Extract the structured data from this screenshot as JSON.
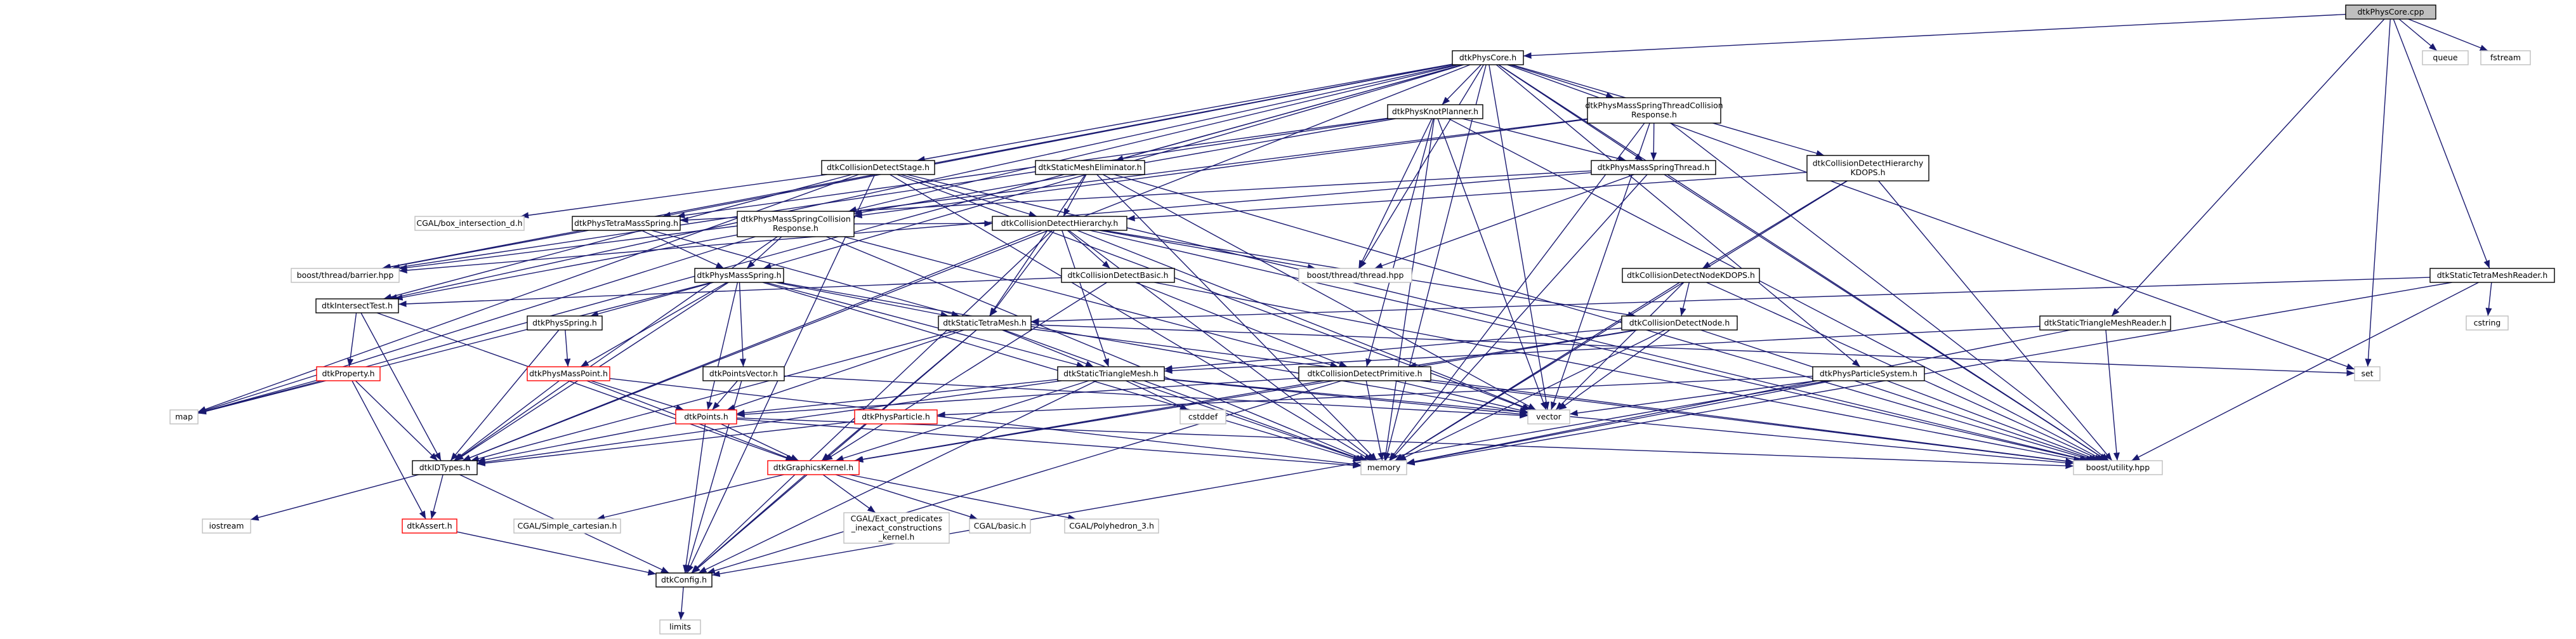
{
  "colors": {
    "edge": "#191970",
    "root_fill": "#bfbfbf",
    "root_border": "#000000",
    "internal_border": "#000000",
    "external_border": "#bfbfbf",
    "incomplete_border": "#ff0000",
    "node_fill": "#ffffff"
  },
  "nodes": [
    {
      "id": "root",
      "lines": [
        "dtkPhysCore.cpp"
      ],
      "kind": "root"
    },
    {
      "id": "physcore_h",
      "lines": [
        "dtkPhysCore.h"
      ],
      "kind": "internal"
    },
    {
      "id": "queue",
      "lines": [
        "queue"
      ],
      "kind": "external"
    },
    {
      "id": "fstream",
      "lines": [
        "fstream"
      ],
      "kind": "external"
    },
    {
      "id": "knotplanner",
      "lines": [
        "dtkPhysKnotPlanner.h"
      ],
      "kind": "internal"
    },
    {
      "id": "msthreadcoll",
      "lines": [
        "dtkPhysMassSpringThreadCollision",
        "Response.h"
      ],
      "kind": "internal"
    },
    {
      "id": "cdstage",
      "lines": [
        "dtkCollisionDetectStage.h"
      ],
      "kind": "internal"
    },
    {
      "id": "staticmeshelim",
      "lines": [
        "dtkStaticMeshEliminator.h"
      ],
      "kind": "internal"
    },
    {
      "id": "msthread",
      "lines": [
        "dtkPhysMassSpringThread.h"
      ],
      "kind": "internal"
    },
    {
      "id": "cdhkdops",
      "lines": [
        "dtkCollisionDetectHierarchy",
        "KDOPS.h"
      ],
      "kind": "internal"
    },
    {
      "id": "cgal_box",
      "lines": [
        "CGAL/box_intersection_d.h"
      ],
      "kind": "external"
    },
    {
      "id": "tetramassspring",
      "lines": [
        "dtkPhysTetraMassSpring.h"
      ],
      "kind": "internal"
    },
    {
      "id": "msspringcoll",
      "lines": [
        "dtkPhysMassSpringCollision",
        "Response.h"
      ],
      "kind": "internal"
    },
    {
      "id": "cdhierarchy",
      "lines": [
        "dtkCollisionDetectHierarchy.h"
      ],
      "kind": "internal"
    },
    {
      "id": "barrier",
      "lines": [
        "boost/thread/barrier.hpp"
      ],
      "kind": "external"
    },
    {
      "id": "thread",
      "lines": [
        "boost/thread/thread.hpp"
      ],
      "kind": "external"
    },
    {
      "id": "cdnodekdops",
      "lines": [
        "dtkCollisionDetectNodeKDOPS.h"
      ],
      "kind": "internal"
    },
    {
      "id": "statictetrareader",
      "lines": [
        "dtkStaticTetraMeshReader.h"
      ],
      "kind": "internal"
    },
    {
      "id": "massspring",
      "lines": [
        "dtkPhysMassSpring.h"
      ],
      "kind": "internal"
    },
    {
      "id": "cdbasic",
      "lines": [
        "dtkCollisionDetectBasic.h"
      ],
      "kind": "internal"
    },
    {
      "id": "intersecttest",
      "lines": [
        "dtkIntersectTest.h"
      ],
      "kind": "internal"
    },
    {
      "id": "statictetramesh",
      "lines": [
        "dtkStaticTetraMesh.h"
      ],
      "kind": "internal"
    },
    {
      "id": "cdnode",
      "lines": [
        "dtkCollisionDetectNode.h"
      ],
      "kind": "internal"
    },
    {
      "id": "statictrireader",
      "lines": [
        "dtkStaticTriangleMeshReader.h"
      ],
      "kind": "internal"
    },
    {
      "id": "cstring",
      "lines": [
        "cstring"
      ],
      "kind": "external"
    },
    {
      "id": "physspring",
      "lines": [
        "dtkPhysSpring.h"
      ],
      "kind": "internal"
    },
    {
      "id": "pointsvector",
      "lines": [
        "dtkPointsVector.h"
      ],
      "kind": "internal"
    },
    {
      "id": "statictrimesh",
      "lines": [
        "dtkStaticTriangleMesh.h"
      ],
      "kind": "internal"
    },
    {
      "id": "set",
      "lines": [
        "set"
      ],
      "kind": "external"
    },
    {
      "id": "property",
      "lines": [
        "dtkProperty.h"
      ],
      "kind": "incomplete"
    },
    {
      "id": "masspoint",
      "lines": [
        "dtkPhysMassPoint.h"
      ],
      "kind": "incomplete"
    },
    {
      "id": "cdprimitive",
      "lines": [
        "dtkCollisionDetectPrimitive.h"
      ],
      "kind": "internal"
    },
    {
      "id": "particlesystem",
      "lines": [
        "dtkPhysParticleSystem.h"
      ],
      "kind": "internal"
    },
    {
      "id": "map",
      "lines": [
        "map"
      ],
      "kind": "external"
    },
    {
      "id": "cstddef",
      "lines": [
        "cstddef"
      ],
      "kind": "external"
    },
    {
      "id": "vector",
      "lines": [
        "vector"
      ],
      "kind": "external"
    },
    {
      "id": "physparticle",
      "lines": [
        "dtkPhysParticle.h"
      ],
      "kind": "incomplete"
    },
    {
      "id": "points",
      "lines": [
        "dtkPoints.h"
      ],
      "kind": "incomplete"
    },
    {
      "id": "idtypes",
      "lines": [
        "dtkIDTypes.h"
      ],
      "kind": "internal"
    },
    {
      "id": "graphicskernel",
      "lines": [
        "dtkGraphicsKernel.h"
      ],
      "kind": "incomplete"
    },
    {
      "id": "memory",
      "lines": [
        "memory"
      ],
      "kind": "external"
    },
    {
      "id": "boostutility",
      "lines": [
        "boost/utility.hpp"
      ],
      "kind": "external"
    },
    {
      "id": "iostream",
      "lines": [
        "iostream"
      ],
      "kind": "external"
    },
    {
      "id": "assert",
      "lines": [
        "dtkAssert.h"
      ],
      "kind": "incomplete"
    },
    {
      "id": "cgal_simple",
      "lines": [
        "CGAL/Simple_cartesian.h"
      ],
      "kind": "external"
    },
    {
      "id": "cgal_exact",
      "lines": [
        "CGAL/Exact_predicates",
        "_inexact_constructions",
        "_kernel.h"
      ],
      "kind": "external"
    },
    {
      "id": "cgal_basic",
      "lines": [
        "CGAL/basic.h"
      ],
      "kind": "external"
    },
    {
      "id": "cgal_poly",
      "lines": [
        "CGAL/Polyhedron_3.h"
      ],
      "kind": "external"
    },
    {
      "id": "config",
      "lines": [
        "dtkConfig.h"
      ],
      "kind": "internal"
    },
    {
      "id": "limits",
      "lines": [
        "limits"
      ],
      "kind": "external"
    }
  ],
  "edges": [
    [
      "root",
      "physcore_h"
    ],
    [
      "root",
      "queue"
    ],
    [
      "root",
      "fstream"
    ],
    [
      "root",
      "statictetrareader"
    ],
    [
      "root",
      "statictrireader"
    ],
    [
      "root",
      "set"
    ],
    [
      "physcore_h",
      "knotplanner"
    ],
    [
      "physcore_h",
      "msthreadcoll"
    ],
    [
      "physcore_h",
      "cdstage"
    ],
    [
      "physcore_h",
      "staticmeshelim"
    ],
    [
      "physcore_h",
      "msthread"
    ],
    [
      "physcore_h",
      "cdhkdops"
    ],
    [
      "physcore_h",
      "tetramassspring"
    ],
    [
      "physcore_h",
      "msspringcoll"
    ],
    [
      "physcore_h",
      "barrier"
    ],
    [
      "physcore_h",
      "thread"
    ],
    [
      "physcore_h",
      "massspring"
    ],
    [
      "physcore_h",
      "intersecttest"
    ],
    [
      "physcore_h",
      "particlesystem"
    ],
    [
      "physcore_h",
      "map"
    ],
    [
      "physcore_h",
      "set"
    ],
    [
      "physcore_h",
      "vector"
    ],
    [
      "physcore_h",
      "memory"
    ],
    [
      "physcore_h",
      "boostutility"
    ],
    [
      "physcore_h",
      "idtypes"
    ],
    [
      "knotplanner",
      "msthread"
    ],
    [
      "knotplanner",
      "msspringcoll"
    ],
    [
      "knotplanner",
      "thread"
    ],
    [
      "knotplanner",
      "barrier"
    ],
    [
      "knotplanner",
      "cdprimitive"
    ],
    [
      "knotplanner",
      "vector"
    ],
    [
      "knotplanner",
      "memory"
    ],
    [
      "knotplanner",
      "boostutility"
    ],
    [
      "knotplanner",
      "tetramassspring"
    ],
    [
      "msthreadcoll",
      "msthread"
    ],
    [
      "msthreadcoll",
      "msspringcoll"
    ],
    [
      "msthreadcoll",
      "memory"
    ],
    [
      "msthreadcoll",
      "boostutility"
    ],
    [
      "msthreadcoll",
      "barrier"
    ],
    [
      "msthreadcoll",
      "vector"
    ],
    [
      "cdstage",
      "cdhierarchy"
    ],
    [
      "cdstage",
      "cgal_box"
    ],
    [
      "cdstage",
      "intersecttest"
    ],
    [
      "cdstage",
      "memory"
    ],
    [
      "cdstage",
      "boostutility"
    ],
    [
      "cdstage",
      "vector"
    ],
    [
      "cdstage",
      "map"
    ],
    [
      "cdstage",
      "config"
    ],
    [
      "staticmeshelim",
      "statictetramesh"
    ],
    [
      "staticmeshelim",
      "cdhierarchy"
    ],
    [
      "staticmeshelim",
      "memory"
    ],
    [
      "staticmeshelim",
      "vector"
    ],
    [
      "staticmeshelim",
      "boostutility"
    ],
    [
      "msthread",
      "tetramassspring"
    ],
    [
      "msthread",
      "thread"
    ],
    [
      "msthread",
      "memory"
    ],
    [
      "msthread",
      "boostutility"
    ],
    [
      "msthread",
      "barrier"
    ],
    [
      "cdhkdops",
      "cdhierarchy"
    ],
    [
      "cdhkdops",
      "cdnodekdops"
    ],
    [
      "cdhkdops",
      "memory"
    ],
    [
      "cdhkdops",
      "boostutility"
    ],
    [
      "tetramassspring",
      "massspring"
    ],
    [
      "tetramassspring",
      "statictetramesh"
    ],
    [
      "tetramassspring",
      "barrier"
    ],
    [
      "msspringcoll",
      "massspring"
    ],
    [
      "msspringcoll",
      "cdhierarchy"
    ],
    [
      "msspringcoll",
      "cdprimitive"
    ],
    [
      "msspringcoll",
      "memory"
    ],
    [
      "msspringcoll",
      "map"
    ],
    [
      "msspringcoll",
      "idtypes"
    ],
    [
      "msspringcoll",
      "intersecttest"
    ],
    [
      "cdhierarchy",
      "cdbasic"
    ],
    [
      "cdhierarchy",
      "statictetramesh"
    ],
    [
      "cdhierarchy",
      "statictrimesh"
    ],
    [
      "cdhierarchy",
      "cdnode"
    ],
    [
      "cdhierarchy",
      "thread"
    ],
    [
      "cdhierarchy",
      "memory"
    ],
    [
      "cdhierarchy",
      "vector"
    ],
    [
      "cdhierarchy",
      "boostutility"
    ],
    [
      "cdhierarchy",
      "idtypes"
    ],
    [
      "cdhierarchy",
      "config"
    ],
    [
      "cdnodekdops",
      "cdnode"
    ],
    [
      "cdnodekdops",
      "memory"
    ],
    [
      "cdnodekdops",
      "vector"
    ],
    [
      "cdnodekdops",
      "boostutility"
    ],
    [
      "statictetrareader",
      "statictetramesh"
    ],
    [
      "statictetrareader",
      "cstring"
    ],
    [
      "statictetrareader",
      "memory"
    ],
    [
      "statictetrareader",
      "boostutility"
    ],
    [
      "massspring",
      "physspring"
    ],
    [
      "massspring",
      "masspoint"
    ],
    [
      "massspring",
      "pointsvector"
    ],
    [
      "massspring",
      "statictrimesh"
    ],
    [
      "massspring",
      "statictetramesh"
    ],
    [
      "massspring",
      "points"
    ],
    [
      "massspring",
      "memory"
    ],
    [
      "massspring",
      "vector"
    ],
    [
      "massspring",
      "map"
    ],
    [
      "massspring",
      "idtypes"
    ],
    [
      "cdbasic",
      "intersecttest"
    ],
    [
      "cdbasic",
      "cdprimitive"
    ],
    [
      "cdbasic",
      "graphicskernel"
    ],
    [
      "cdbasic",
      "boostutility"
    ],
    [
      "intersecttest",
      "property"
    ],
    [
      "intersecttest",
      "graphicskernel"
    ],
    [
      "intersecttest",
      "idtypes"
    ],
    [
      "statictetramesh",
      "statictrimesh"
    ],
    [
      "statictetramesh",
      "points"
    ],
    [
      "statictetramesh",
      "graphicskernel"
    ],
    [
      "statictetramesh",
      "memory"
    ],
    [
      "statictetramesh",
      "set"
    ],
    [
      "statictetramesh",
      "boostutility"
    ],
    [
      "statictetramesh",
      "idtypes"
    ],
    [
      "statictetramesh",
      "config"
    ],
    [
      "cdnode",
      "cdprimitive"
    ],
    [
      "cdnode",
      "statictrimesh"
    ],
    [
      "cdnode",
      "vector"
    ],
    [
      "cdnode",
      "memory"
    ],
    [
      "cdnode",
      "boostutility"
    ],
    [
      "cdnode",
      "graphicskernel"
    ],
    [
      "statictrireader",
      "statictrimesh"
    ],
    [
      "statictrireader",
      "memory"
    ],
    [
      "statictrireader",
      "boostutility"
    ],
    [
      "physspring",
      "masspoint"
    ],
    [
      "physspring",
      "idtypes"
    ],
    [
      "pointsvector",
      "points"
    ],
    [
      "pointsvector",
      "vector"
    ],
    [
      "pointsvector",
      "config"
    ],
    [
      "statictrimesh",
      "points"
    ],
    [
      "statictrimesh",
      "graphicskernel"
    ],
    [
      "statictrimesh",
      "cstddef"
    ],
    [
      "statictrimesh",
      "vector"
    ],
    [
      "statictrimesh",
      "memory"
    ],
    [
      "statictrimesh",
      "idtypes"
    ],
    [
      "statictrimesh",
      "config"
    ],
    [
      "statictrimesh",
      "boostutility"
    ],
    [
      "property",
      "map"
    ],
    [
      "property",
      "idtypes"
    ],
    [
      "property",
      "assert"
    ],
    [
      "masspoint",
      "points"
    ],
    [
      "masspoint",
      "graphicskernel"
    ],
    [
      "masspoint",
      "idtypes"
    ],
    [
      "masspoint",
      "memory"
    ],
    [
      "cdprimitive",
      "points"
    ],
    [
      "cdprimitive",
      "graphicskernel"
    ],
    [
      "cdprimitive",
      "vector"
    ],
    [
      "cdprimitive",
      "memory"
    ],
    [
      "cdprimitive",
      "boostutility"
    ],
    [
      "cdprimitive",
      "config"
    ],
    [
      "particlesystem",
      "physparticle"
    ],
    [
      "particlesystem",
      "vector"
    ],
    [
      "particlesystem",
      "memory"
    ],
    [
      "particlesystem",
      "boostutility"
    ],
    [
      "particlesystem",
      "config"
    ],
    [
      "physparticle",
      "idtypes"
    ],
    [
      "points",
      "idtypes"
    ],
    [
      "points",
      "graphicskernel"
    ],
    [
      "points",
      "memory"
    ],
    [
      "points",
      "boostutility"
    ],
    [
      "points",
      "config"
    ],
    [
      "idtypes",
      "iostream"
    ],
    [
      "idtypes",
      "assert"
    ],
    [
      "idtypes",
      "config"
    ],
    [
      "graphicskernel",
      "cgal_simple"
    ],
    [
      "graphicskernel",
      "cgal_exact"
    ],
    [
      "graphicskernel",
      "cgal_basic"
    ],
    [
      "graphicskernel",
      "cgal_poly"
    ],
    [
      "graphicskernel",
      "config"
    ],
    [
      "assert",
      "config"
    ],
    [
      "config",
      "limits"
    ]
  ]
}
